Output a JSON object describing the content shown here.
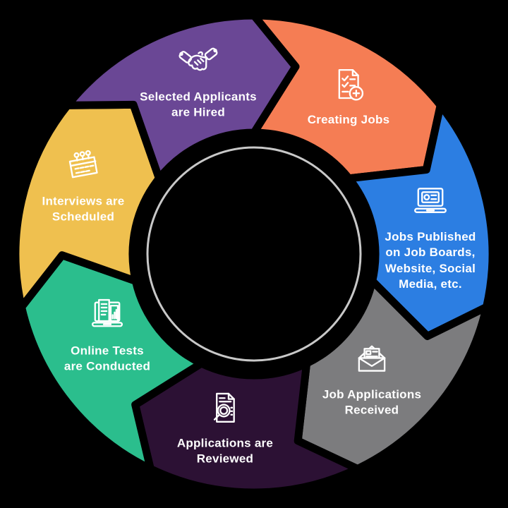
{
  "canvas": {
    "background": "#000000",
    "ring_color": "#C8C8C8",
    "gap_color": "#000000",
    "text_color": "#FFFFFF"
  },
  "segments": [
    {
      "id": "creating-jobs",
      "color": "#F57D54",
      "icon": "job-post-plus-icon",
      "label": "Creating Jobs",
      "lines": [
        "Creating Jobs"
      ]
    },
    {
      "id": "jobs-published",
      "color": "#2C7EE2",
      "icon": "laptop-job-ad-icon",
      "label": "Jobs Published on Job Boards, Website, Social Media, etc.",
      "lines": [
        "Jobs Published",
        "on Job Boards,",
        "Website, Social",
        "Media, etc."
      ]
    },
    {
      "id": "applications-received",
      "color": "#7C7C7E",
      "icon": "envelope-application-icon",
      "label": "Job Applications Received",
      "lines": [
        "Job Applications",
        "Received"
      ]
    },
    {
      "id": "applications-reviewed",
      "color": "#2C1134",
      "icon": "document-magnifier-icon",
      "label": "Applications are Reviewed",
      "lines": [
        "Applications are",
        "Reviewed"
      ]
    },
    {
      "id": "online-tests",
      "color": "#2BBE8D",
      "icon": "laptop-test-results-icon",
      "label": "Online Tests are Conducted",
      "lines": [
        "Online Tests",
        "are Conducted"
      ]
    },
    {
      "id": "interviews-scheduled",
      "color": "#EFC04F",
      "icon": "calendar-icon",
      "label": "Interviews are Scheduled",
      "lines": [
        "Interviews are",
        "Scheduled"
      ]
    },
    {
      "id": "selected-hired",
      "color": "#6A4795",
      "icon": "handshake-icon",
      "label": "Selected Applicants are Hired",
      "lines": [
        "Selected Applicants",
        "are Hired"
      ]
    }
  ]
}
